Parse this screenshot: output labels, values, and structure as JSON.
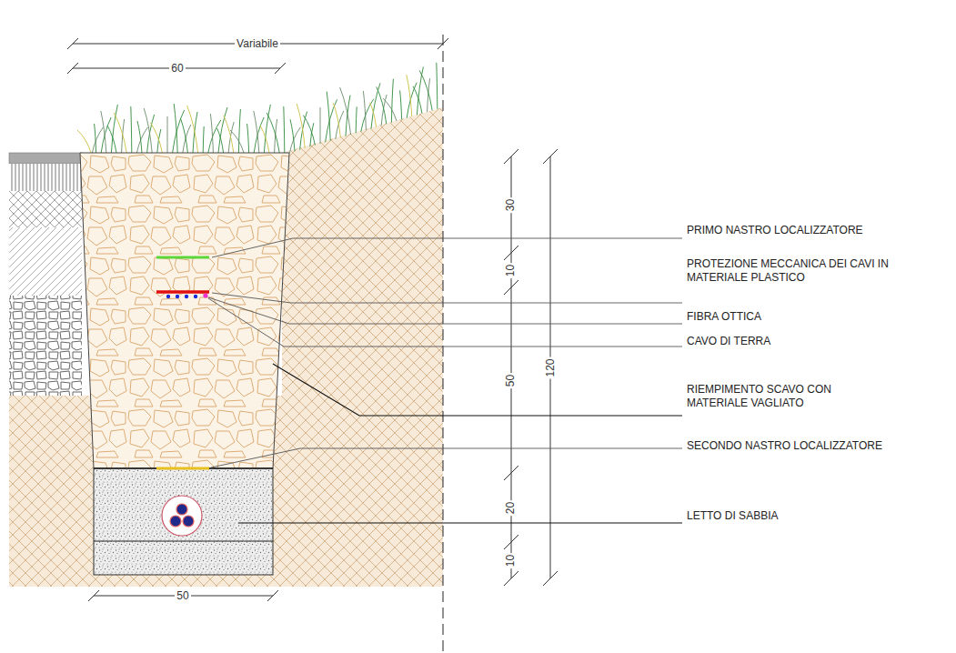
{
  "diagram": {
    "labels": [
      "Variabile",
      "60",
      "30",
      "10",
      "50",
      "120",
      "20",
      "10",
      "PRIMO NASTRO LOCALIZZATORE",
      "PROTEZIONE MECCANICA DEI CAVI IN MATERIALE PLASTICO",
      "FIBRA OTTICA",
      "CAVO DI TERRA",
      "RIEMPIMENTO SCAVO CON MATERIALE VAGLIATO",
      "SECONDO NASTRO LOCALIZZATORE",
      "LETTO DI SABBIA",
      "50"
    ]
  }
}
